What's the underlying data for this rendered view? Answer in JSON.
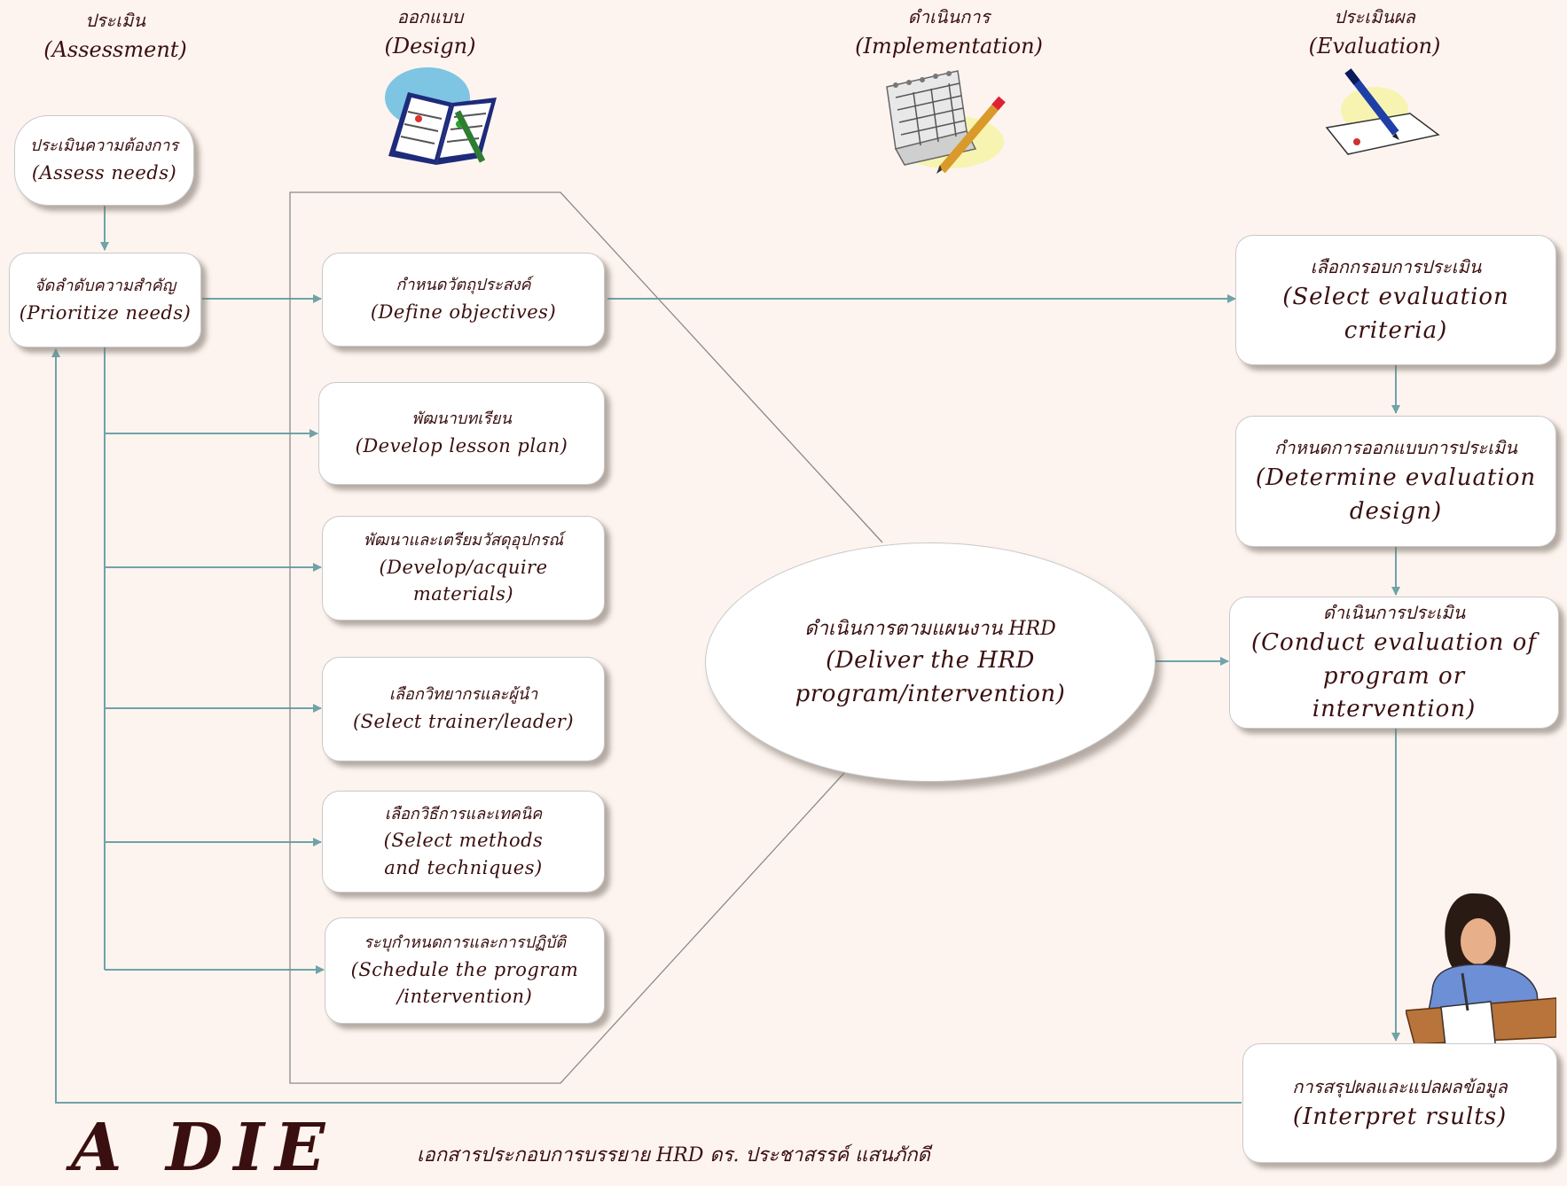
{
  "phases": {
    "assessment": {
      "th": "ประเมิน",
      "en": "(Assessment)"
    },
    "design": {
      "th": "ออกแบบ",
      "en": "(Design)"
    },
    "implementation": {
      "th": "ดำเนินการ",
      "en": "(Implementation)"
    },
    "evaluation": {
      "th": "ประเมินผล",
      "en": "(Evaluation)"
    }
  },
  "assessment": {
    "assess_needs": {
      "th": "ประเมินความต้องการ",
      "en": "(Assess needs)"
    },
    "prioritize_needs": {
      "th": "จัดลำดับความสำคัญ",
      "en": "(Prioritize needs)"
    }
  },
  "design": {
    "items": [
      {
        "th": "กำหนดวัตถุประสงค์",
        "en": "(Define objectives)"
      },
      {
        "th": "พัฒนาบทเรียน",
        "en": "(Develop lesson plan)"
      },
      {
        "th": "พัฒนาและเตรียมวัสดุอุปกรณ์",
        "en": "(Develop/acquire materials)"
      },
      {
        "th": "เลือกวิทยากรและผู้นำ",
        "en": "(Select trainer/leader)"
      },
      {
        "th": "เลือกวิธีการและเทคนิค",
        "en": "(Select methods and techniques)"
      },
      {
        "th": "ระบุกำหนดการและการปฏิบัติ",
        "en": "(Schedule the program /intervention)"
      }
    ]
  },
  "implementation": {
    "deliver": {
      "th": "ดำเนินการตามแผนงาน HRD",
      "en": "(Deliver the HRD program/intervention)"
    }
  },
  "evaluation": {
    "items": [
      {
        "th": "เลือกกรอบการประเมิน",
        "en": "(Select evaluation criteria)"
      },
      {
        "th": "กำหนดการออกแบบการประเมิน",
        "en": "(Determine evaluation design)"
      },
      {
        "th": "ดำเนินการประเมิน",
        "en": "(Conduct evaluation of program or intervention)"
      },
      {
        "th": "การสรุปผลและแปลผลข้อมูล",
        "en": "(Interpret rsults)"
      }
    ]
  },
  "brand": "A DIE",
  "footer": "เอกสารประกอบการบรรยาย HRD ดร. ประชาสรรค์ แสนภักดี",
  "colors": {
    "background": "#fdf4ef",
    "connector": "#6fa3a8",
    "text": "#3a0f0f",
    "box_border": "#c9c9c9"
  },
  "icons": [
    "planner-book-icon",
    "calendar-pencil-icon",
    "pen-paper-icon",
    "woman-writing-icon"
  ]
}
